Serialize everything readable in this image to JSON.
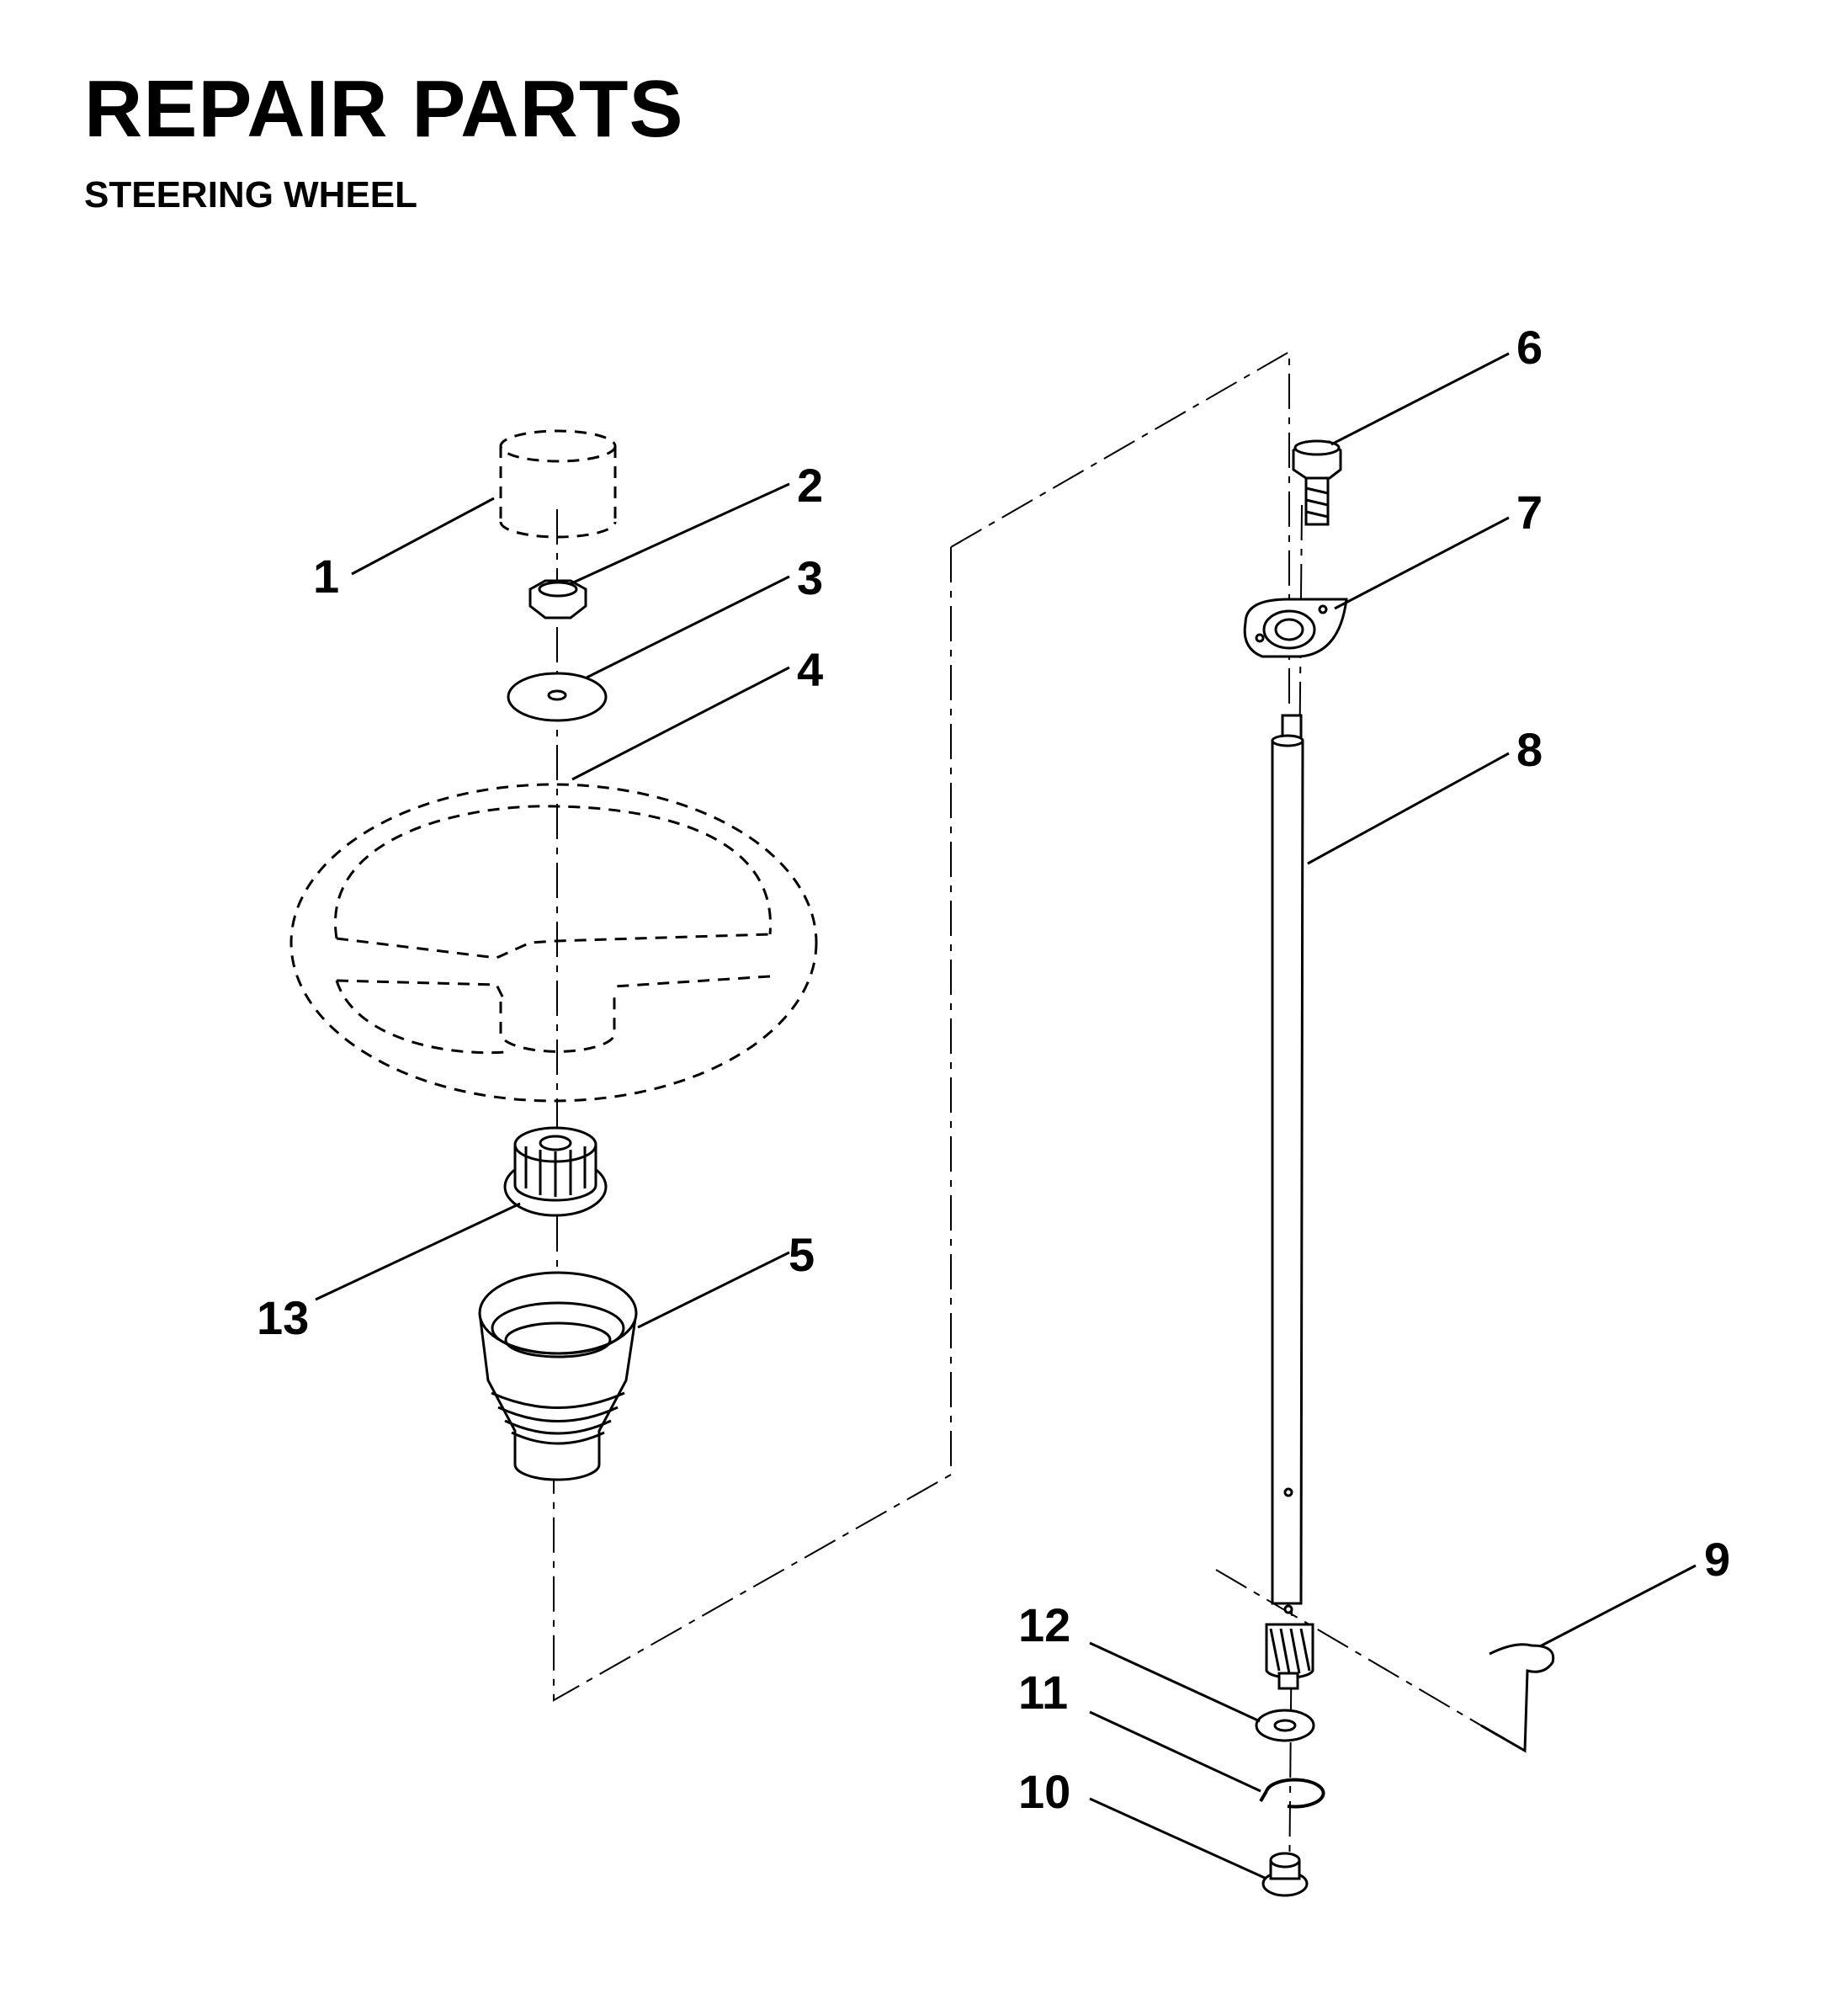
{
  "header": {
    "title": "REPAIR PARTS",
    "subtitle": "STEERING WHEEL"
  },
  "callouts": [
    {
      "id": "1",
      "label": "1"
    },
    {
      "id": "2",
      "label": "2"
    },
    {
      "id": "3",
      "label": "3"
    },
    {
      "id": "4",
      "label": "4"
    },
    {
      "id": "5",
      "label": "5"
    },
    {
      "id": "6",
      "label": "6"
    },
    {
      "id": "7",
      "label": "7"
    },
    {
      "id": "8",
      "label": "8"
    },
    {
      "id": "9",
      "label": "9"
    },
    {
      "id": "10",
      "label": "10"
    },
    {
      "id": "11",
      "label": "11"
    },
    {
      "id": "12",
      "label": "12"
    },
    {
      "id": "13",
      "label": "13"
    }
  ]
}
